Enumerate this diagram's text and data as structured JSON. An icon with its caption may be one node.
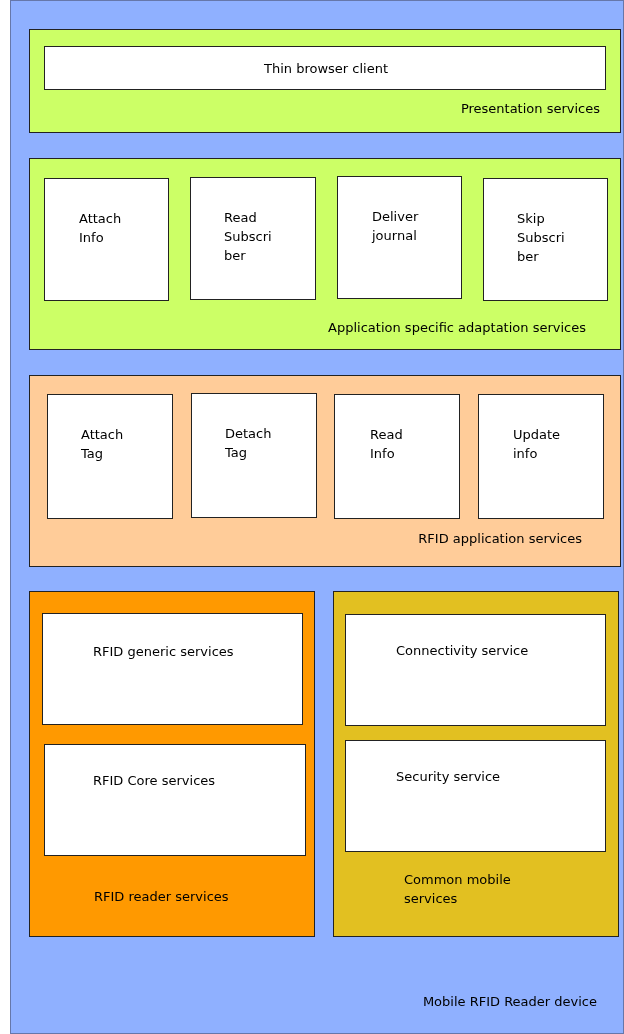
{
  "diagram": {
    "nodes": [
      {
        "text": [
          "Mobile RFID Reader device"
        ]
      },
      {
        "text": [
          "Presentation services"
        ],
        "in": 0
      },
      {
        "text": [
          "Thin browser client"
        ],
        "in": 1
      },
      {
        "text": [
          "Application specific adaptation services"
        ],
        "in": 0
      },
      {
        "text": [
          "Attach Info"
        ],
        "in": 3
      },
      {
        "text": [
          "Read Subscriber"
        ],
        "in": 3
      },
      {
        "text": [
          "Deliver journal"
        ],
        "in": 3
      },
      {
        "text": [
          "Skip Subscriber"
        ],
        "in": 3
      },
      {
        "text": [
          "RFID application services"
        ],
        "in": 0
      },
      {
        "text": [
          "Attach Tag"
        ],
        "in": 8
      },
      {
        "text": [
          "Detach Tag"
        ],
        "in": 8
      },
      {
        "text": [
          "Read Info"
        ],
        "in": 8
      },
      {
        "text": [
          "Update info"
        ],
        "in": 8
      },
      {
        "text": [
          "RFID reader services"
        ],
        "in": 0
      },
      {
        "text": [
          "RFID generic services"
        ],
        "in": 13
      },
      {
        "text": [
          "RFID Core services"
        ],
        "in": 13
      },
      {
        "text": [
          "Common mobile services"
        ],
        "in": 0
      },
      {
        "text": [
          "Connectivity service"
        ],
        "in": 16
      },
      {
        "text": [
          "Security service"
        ],
        "in": 16
      }
    ]
  }
}
